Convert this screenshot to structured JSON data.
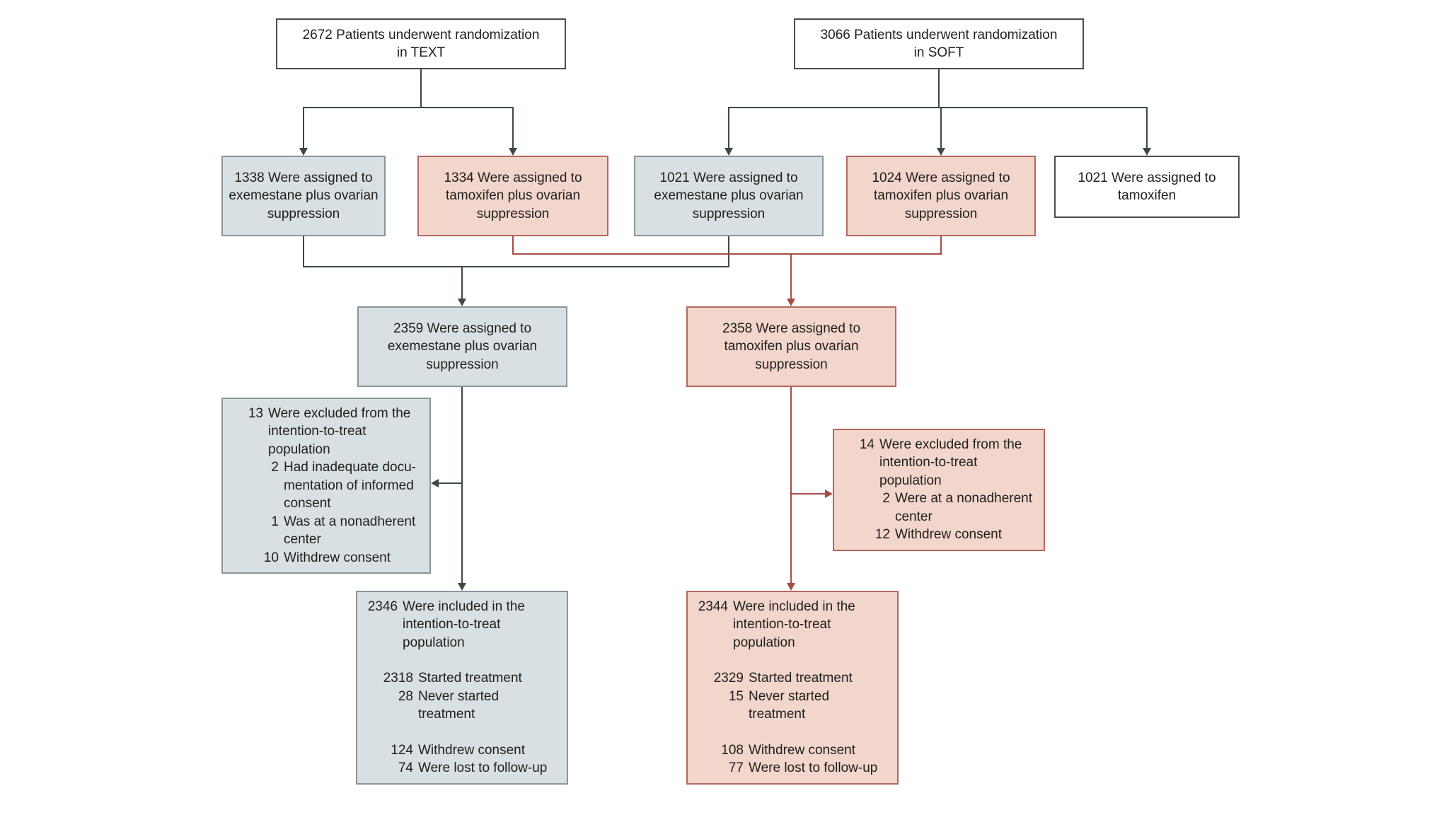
{
  "diagram": {
    "row_randomization": {
      "text_trial": "2672 Patients underwent randomization\nin TEXT",
      "soft_trial": "3066 Patients underwent randomization\nin SOFT"
    },
    "row_arms": {
      "text_exemestane_os": "1338 Were assigned to\nexemestane plus ovarian\nsuppression",
      "text_tamoxifen_os": "1334 Were assigned to\ntamoxifen plus ovarian\nsuppression",
      "soft_exemestane_os": "1021 Were assigned to\nexemestane plus ovarian\nsuppression",
      "soft_tamoxifen_os": "1024 Were assigned to\ntamoxifen plus ovarian\nsuppression",
      "soft_tamoxifen_alone": "1021 Were assigned to\ntamoxifen"
    },
    "row_pooled": {
      "pooled_exemestane_os": "2359 Were assigned to\nexemestane plus ovarian\nsuppression",
      "pooled_tamoxifen_os": "2358 Were assigned to\ntamoxifen plus ovarian\nsuppression"
    },
    "excluded_exemestane": {
      "items": [
        {
          "num": "13",
          "text": "Were excluded from the\nintention-to-treat\npopulation"
        },
        {
          "num": "2",
          "text": "Had inadequate docu-\nmentation of informed\nconsent"
        },
        {
          "num": "1",
          "text": "Was at a nonadherent\ncenter"
        },
        {
          "num": "10",
          "text": "Withdrew consent"
        }
      ]
    },
    "excluded_tamoxifen": {
      "items": [
        {
          "num": "14",
          "text": "Were excluded from the\nintention-to-treat\npopulation"
        },
        {
          "num": "2",
          "text": "Were at a nonadherent\ncenter"
        },
        {
          "num": "12",
          "text": "Withdrew consent"
        }
      ]
    },
    "itt_exemestane": {
      "included": {
        "num": "2346",
        "text": "Were included in the\nintention-to-treat\npopulation"
      },
      "treatment": [
        {
          "num": "2318",
          "text": "Started treatment"
        },
        {
          "num": "28",
          "text": "Never started\ntreatment"
        }
      ],
      "followup": [
        {
          "num": "124",
          "text": "Withdrew consent"
        },
        {
          "num": "74",
          "text": "Were lost to follow-up"
        }
      ]
    },
    "itt_tamoxifen": {
      "included": {
        "num": "2344",
        "text": "Were included in the\nintention-to-treat\npopulation"
      },
      "treatment": [
        {
          "num": "2329",
          "text": "Started treatment"
        },
        {
          "num": "15",
          "text": "Never started\ntreatment"
        }
      ],
      "followup": [
        {
          "num": "108",
          "text": "Withdrew consent"
        },
        {
          "num": "77",
          "text": "Were lost to follow-up"
        }
      ]
    }
  },
  "colors": {
    "exemestane_fill": "#d9e0e4",
    "exemestane_border": "#8a969b",
    "tamoxifen_fill": "#f2d5cb",
    "tamoxifen_border": "#b5685f",
    "dark_line": "#3c4944",
    "red_line": "#a74d45"
  }
}
